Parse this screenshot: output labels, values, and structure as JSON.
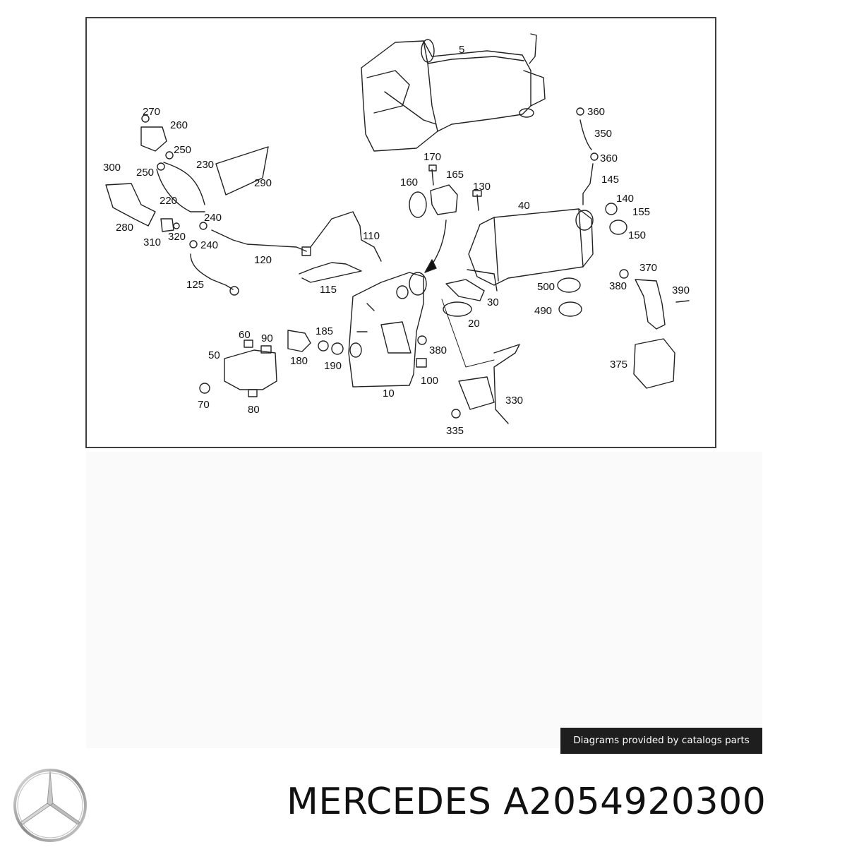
{
  "diagram": {
    "labels": [
      "5",
      "270",
      "260",
      "250",
      "250",
      "230",
      "300",
      "220",
      "290",
      "240",
      "280",
      "310",
      "320",
      "240",
      "120",
      "110",
      "125",
      "115",
      "170",
      "160",
      "165",
      "130",
      "40",
      "360",
      "350",
      "360",
      "145",
      "140",
      "155",
      "150",
      "370",
      "380",
      "500",
      "390",
      "490",
      "30",
      "20",
      "60",
      "90",
      "185",
      "50",
      "180",
      "190",
      "380",
      "100",
      "10",
      "70",
      "80",
      "330",
      "335",
      "375"
    ]
  },
  "credit_text": "Diagrams provided by catalogs parts",
  "title": "MERCEDES A2054920300",
  "colors": {
    "line": "#111111",
    "background": "#ffffff",
    "credit_bg": "#1e1e1e"
  },
  "logo": {
    "icon": "mercedes-star-icon"
  }
}
